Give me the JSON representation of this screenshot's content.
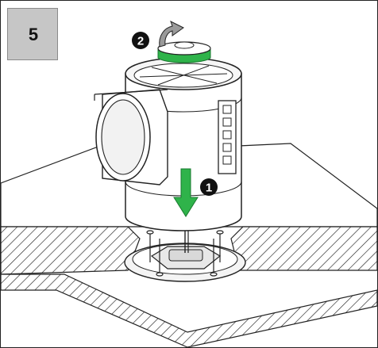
{
  "step": {
    "number": "5"
  },
  "callouts": [
    {
      "number": "1",
      "meaning": "push-down"
    },
    {
      "number": "2",
      "meaning": "rotate"
    }
  ],
  "colors": {
    "accent_green": "#2fb34a",
    "badge": "#111111",
    "step_box": "#c6c6c6",
    "line": "#222222"
  },
  "icons": [
    "down-arrow-icon",
    "rotate-arrow-icon"
  ]
}
